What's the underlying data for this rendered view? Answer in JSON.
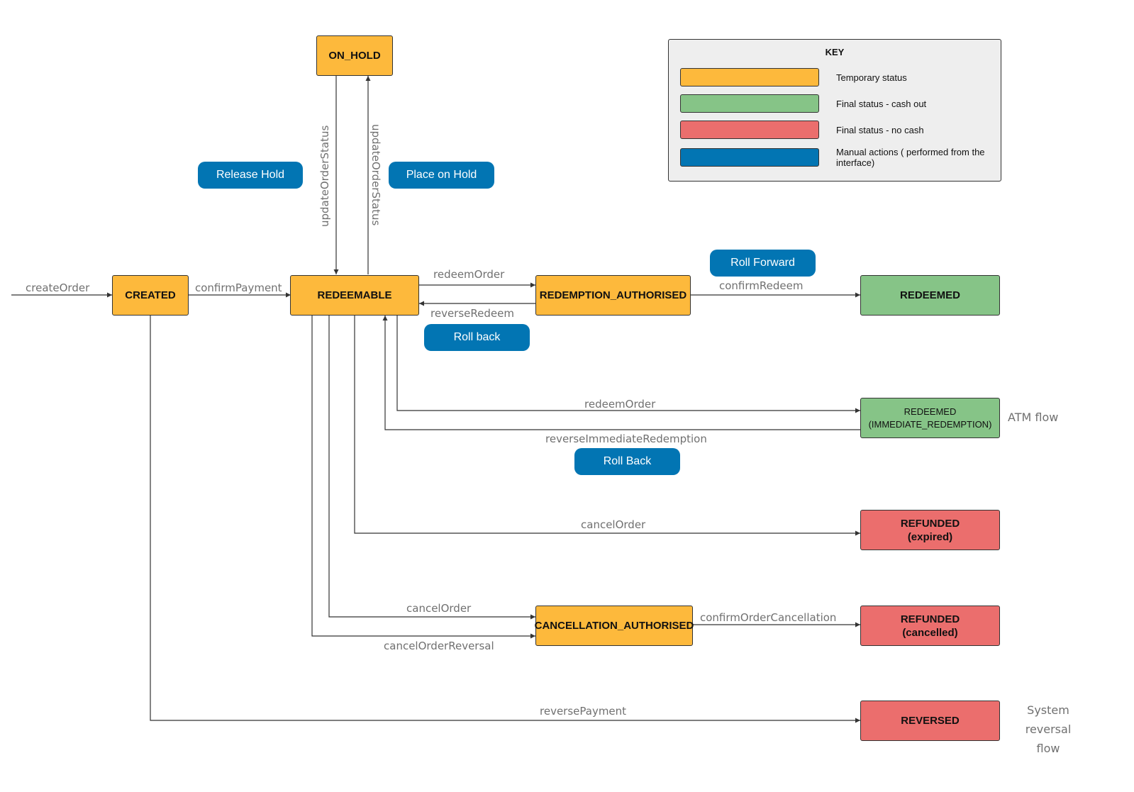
{
  "colors": {
    "temporary": "#fdb93c",
    "final_cash_out": "#86c487",
    "final_no_cash": "#eb6e6d",
    "manual_action": "#0275b3",
    "edge": "#333333",
    "edge_label": "#707070"
  },
  "nodes": {
    "on_hold": "ON_HOLD",
    "created": "CREATED",
    "redeemable": "REDEEMABLE",
    "redemption_authorised": "REDEMPTION_AUTHORISED",
    "redeemed": "REDEEMED",
    "redeemed_immediate_line1": "REDEEMED",
    "redeemed_immediate_line2": "(IMMEDIATE_REDEMPTION)",
    "refunded_expired_line1": "REFUNDED",
    "refunded_expired_line2": "(expired)",
    "cancellation_authorised": "CANCELLATION_AUTHORISED",
    "refunded_cancelled_line1": "REFUNDED",
    "refunded_cancelled_line2": "(cancelled)",
    "reversed": "REVERSED"
  },
  "actions": {
    "release_hold": "Release Hold",
    "place_on_hold": "Place on Hold",
    "roll_forward": "Roll Forward",
    "roll_back": "Roll back",
    "roll_back_immediate": "Roll Back"
  },
  "edges": {
    "create_order": "createOrder",
    "confirm_payment": "confirmPayment",
    "update_order_status_down": "updateOrderStatus",
    "update_order_status_up": "updateOrderStatus",
    "redeem_order": "redeemOrder",
    "reverse_redeem": "reverseRedeem",
    "confirm_redeem": "confirmRedeem",
    "redeem_order_immediate": "redeemOrder",
    "reverse_immediate_redemption": "reverseImmediateRedemption",
    "cancel_order_expired": "cancelOrder",
    "cancel_order": "cancelOrder",
    "cancel_order_reversal": "cancelOrderReversal",
    "confirm_order_cancellation": "confirmOrderCancellation",
    "reverse_payment": "reversePayment"
  },
  "notes": {
    "atm_flow": "ATM flow",
    "system_reversal_line1": "System reversal",
    "system_reversal_line2": "flow"
  },
  "key": {
    "title": "KEY",
    "items": [
      {
        "color": "#fdb93c",
        "label": "Temporary status"
      },
      {
        "color": "#86c487",
        "label": "Final status - cash out"
      },
      {
        "color": "#eb6e6d",
        "label": "Final status - no cash"
      },
      {
        "color": "#0275b3",
        "label": "Manual actions ( performed from the interface)"
      }
    ]
  }
}
